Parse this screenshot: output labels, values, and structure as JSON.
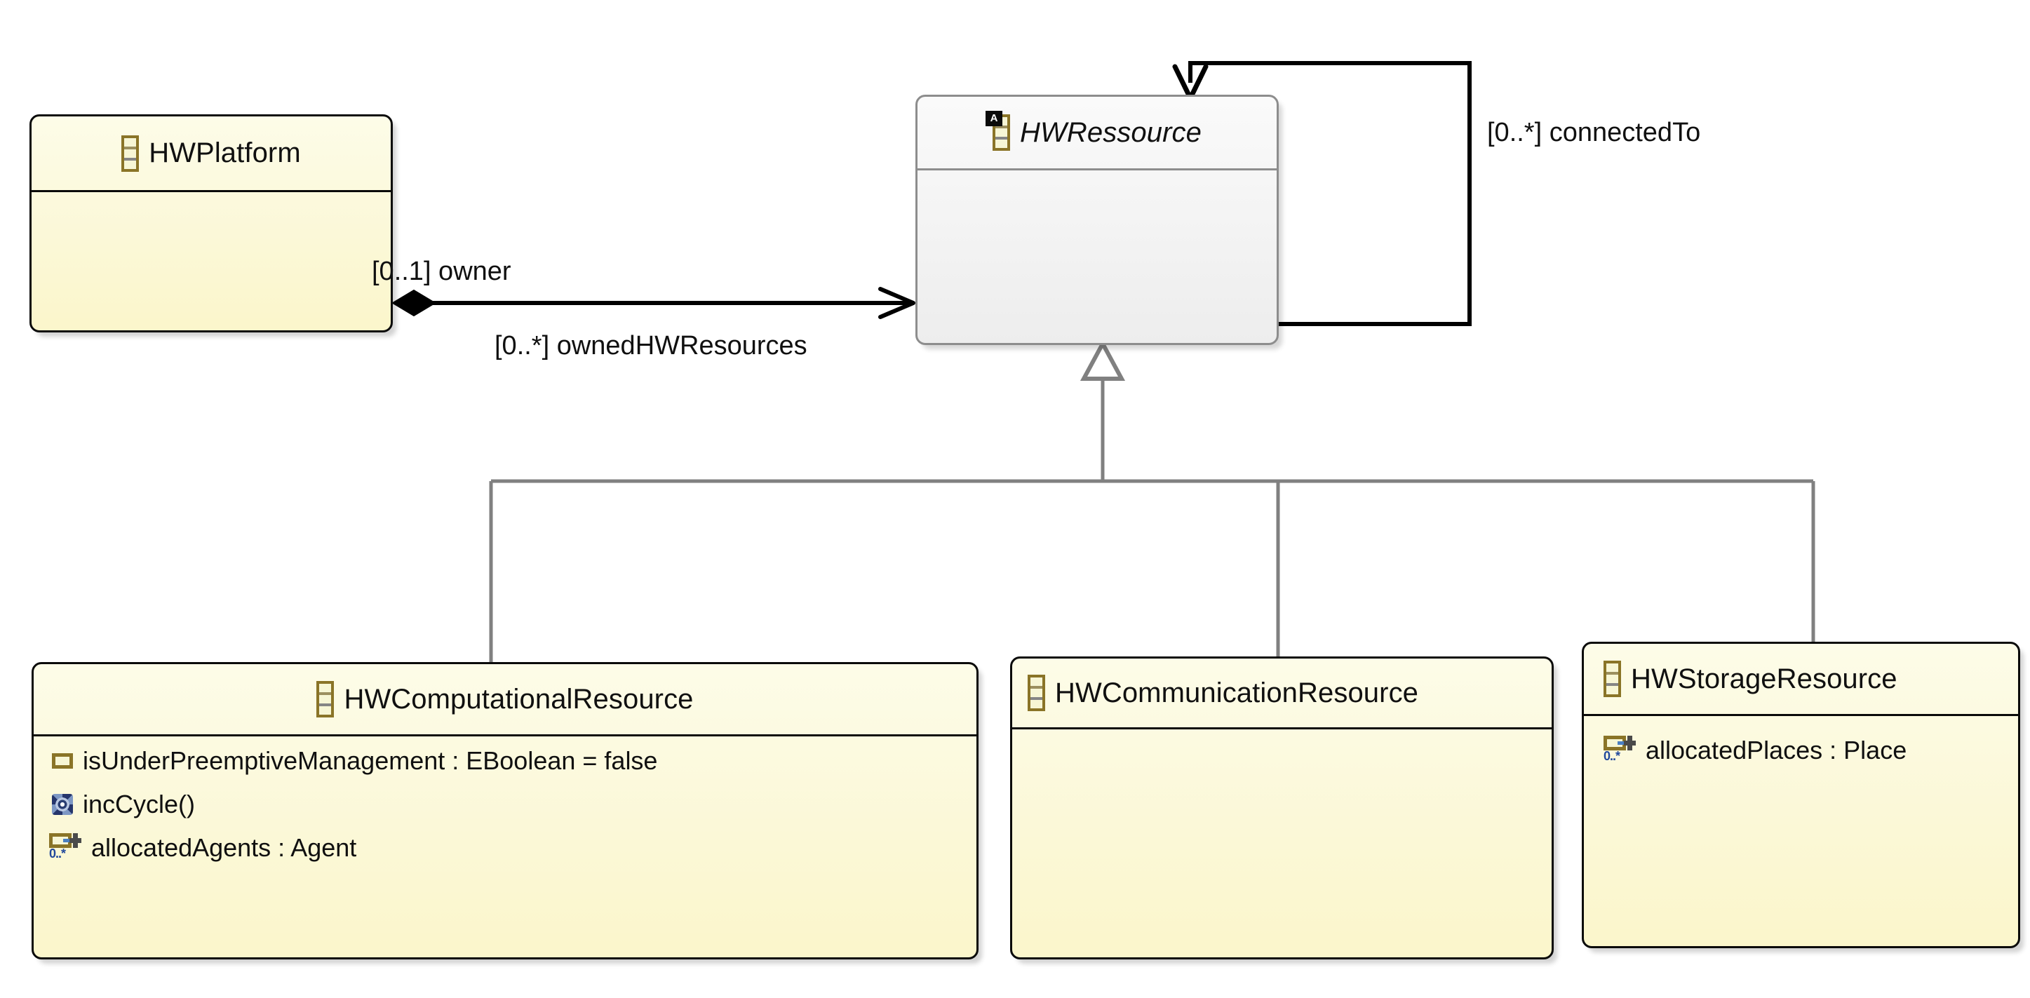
{
  "diagram": {
    "type": "uml-class-diagram",
    "title": "HWPlatform / HWRessource hierarchy",
    "background": "#ffffff",
    "colors": {
      "class_fill": "#fbf8d8",
      "class_border": "#0a0a0a",
      "selected_fill": "#f3f3f3",
      "selected_border": "#8d8d8d",
      "generalization_line": "#808080",
      "association_line": "#000000",
      "icon_gold": "#8a7427",
      "icon_cream": "#f7f6d5",
      "reference_blue": "#20489c"
    }
  },
  "classes": [
    {
      "id": "hwplatform",
      "name": "HWPlatform",
      "abstract": false,
      "selected": false,
      "icon": "eclass-icon",
      "members": []
    },
    {
      "id": "hwressource",
      "name": "HWRessource",
      "abstract": true,
      "abstract_badge": "A",
      "selected": true,
      "icon": "eclass-icon",
      "members": []
    },
    {
      "id": "hwcomputationalresource",
      "name": "HWComputationalResource",
      "abstract": false,
      "selected": false,
      "icon": "eclass-icon",
      "members": [
        {
          "kind": "attribute",
          "icon": "eattribute-icon",
          "label": "isUnderPreemptiveManagement : EBoolean = false",
          "multiplicity": ""
        },
        {
          "kind": "operation",
          "icon": "eoperation-icon",
          "label": "incCycle()",
          "multiplicity": ""
        },
        {
          "kind": "reference",
          "icon": "ereference-icon",
          "label": "allocatedAgents : Agent",
          "multiplicity": "0..*"
        }
      ]
    },
    {
      "id": "hwcommunicationresource",
      "name": "HWCommunicationResource",
      "abstract": false,
      "selected": false,
      "icon": "eclass-icon",
      "members": []
    },
    {
      "id": "hwstorageresource",
      "name": "HWStorageResource",
      "abstract": false,
      "selected": false,
      "icon": "eclass-icon",
      "members": [
        {
          "kind": "reference",
          "icon": "ereference-icon",
          "label": "allocatedPlaces : Place",
          "multiplicity": "0..*"
        }
      ]
    }
  ],
  "edges": [
    {
      "id": "owns",
      "type": "composition",
      "source": "hwplatform",
      "target": "hwressource",
      "source_label": "[0..1] owner",
      "target_label": "[0..*] ownedHWResources"
    },
    {
      "id": "connected-to",
      "type": "association-self-loop",
      "source": "hwressource",
      "target": "hwressource",
      "label": "[0..*] connectedTo"
    },
    {
      "id": "gen-computational",
      "type": "generalization",
      "source": "hwcomputationalresource",
      "target": "hwressource",
      "label": ""
    },
    {
      "id": "gen-communication",
      "type": "generalization",
      "source": "hwcommunicationresource",
      "target": "hwressource",
      "label": ""
    },
    {
      "id": "gen-storage",
      "type": "generalization",
      "source": "hwstorageresource",
      "target": "hwressource",
      "label": ""
    }
  ],
  "labels": {
    "owner": "[0..1] owner",
    "ownedHWResources": "[0..*] ownedHWResources",
    "connectedTo": "[0..*] connectedTo"
  }
}
